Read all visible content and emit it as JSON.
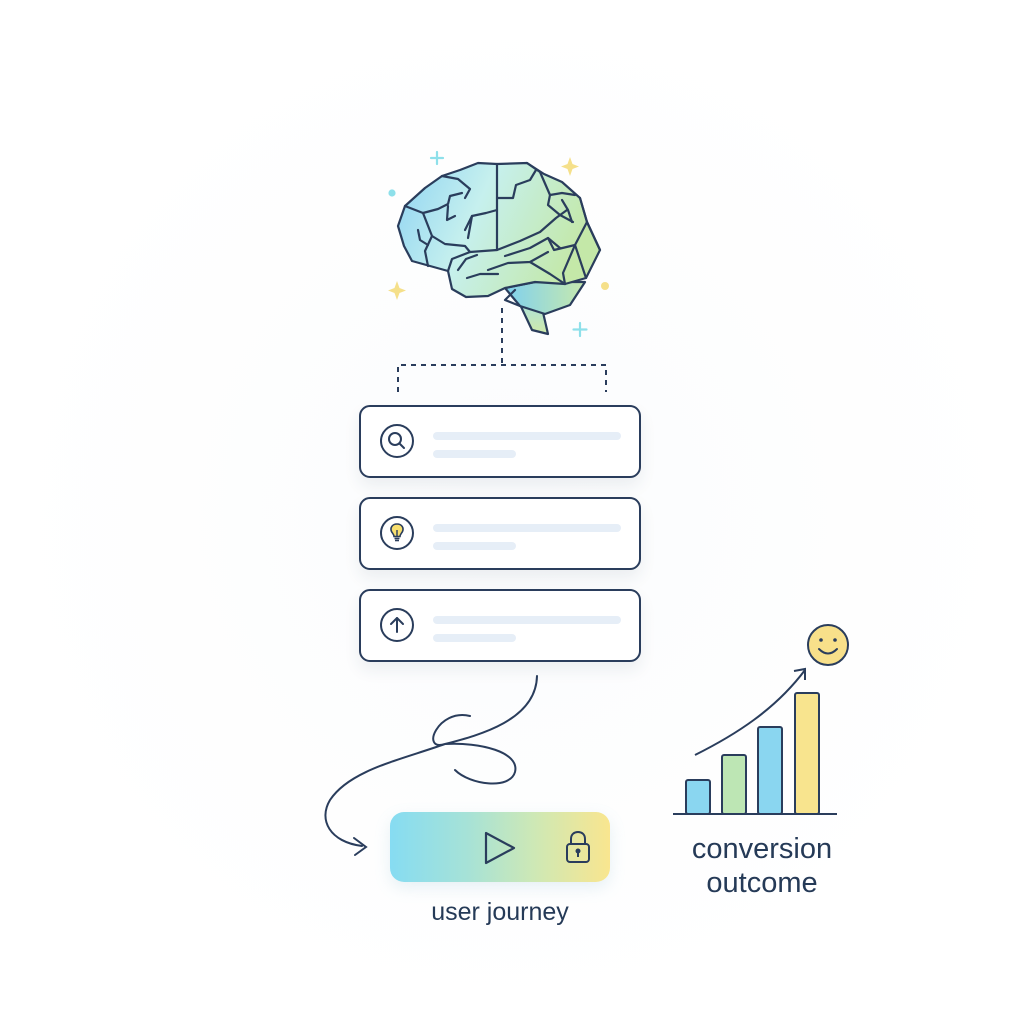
{
  "illustration": {
    "brain": {
      "icon": "brain-icon",
      "colors": {
        "left": "#8fd6f2",
        "mid": "#c6f0ee",
        "right": "#c9e8b0",
        "outline": "#2a3d5c"
      }
    },
    "sparkles": [
      {
        "icon": "sparkle-plus-icon",
        "color": "#8ee0ea"
      },
      {
        "icon": "sparkle-star-icon",
        "color": "#f5e08a"
      },
      {
        "icon": "dot-icon",
        "color": "#8ee0ea"
      },
      {
        "icon": "sparkle-star-icon",
        "color": "#f5e08a"
      },
      {
        "icon": "dot-icon",
        "color": "#f5e08a"
      },
      {
        "icon": "sparkle-plus-icon",
        "color": "#8ee0ea"
      }
    ],
    "cards": [
      {
        "icon": "search-icon"
      },
      {
        "icon": "lightbulb-icon"
      },
      {
        "icon": "arrow-up-icon"
      }
    ],
    "journey": {
      "play_icon": "play-icon",
      "lock_icon": "lock-icon",
      "label": "user journey"
    },
    "conversion": {
      "label_line1": "conversion",
      "label_line2": "outcome",
      "smiley_icon": "smiley-icon",
      "bars": [
        {
          "height": 35,
          "color": "#8ad6f0"
        },
        {
          "height": 60,
          "color": "#bde6b4"
        },
        {
          "height": 88,
          "color": "#8ad6f0"
        },
        {
          "height": 122,
          "color": "#f8e48e"
        }
      ]
    },
    "stroke_color": "#2a3d5c",
    "text_color": "#253a57"
  }
}
